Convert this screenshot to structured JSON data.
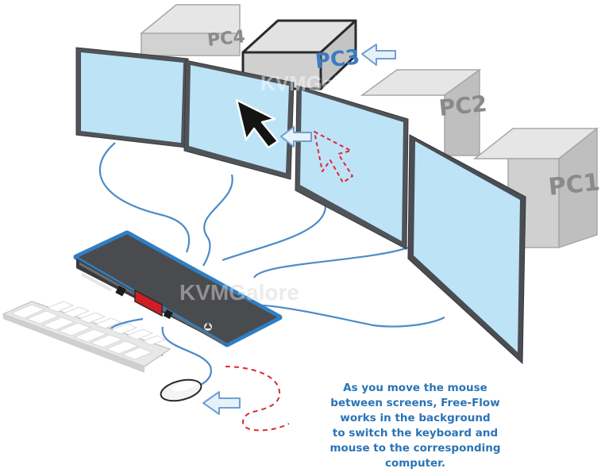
{
  "computers": {
    "pc1": "PC1",
    "pc2": "PC2",
    "pc3": "PC3",
    "pc4": "PC4"
  },
  "watermark": "KVMGalore",
  "kvm_display": "",
  "caption_lines": [
    "As you move the mouse",
    "between screens, Free-Flow",
    "works in the background",
    "to switch the keyboard and",
    "mouse to the corresponding",
    "computer."
  ],
  "colors": {
    "screen": "#bde3f7",
    "bezel": "#4a4d52",
    "pc_face": "#d4d4d4",
    "pc_active_border": "#2b2b2b",
    "pc3_label": "#3a7cc2",
    "cable": "#4d8bc9",
    "arrow_fill": "#e7f1fa",
    "arrow_stroke": "#6f9fd0",
    "dashed": "#e0282d",
    "kvm_body": "#4a4b4f",
    "kvm_outline": "#2f7fc4",
    "caption": "#2a74b5"
  }
}
